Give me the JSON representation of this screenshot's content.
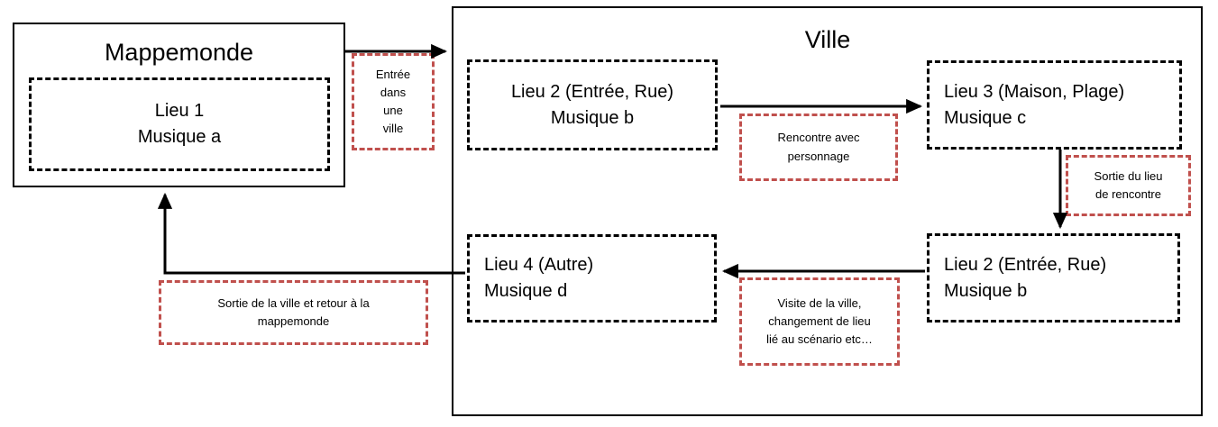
{
  "diagram": {
    "title_worldmap": "Mappemonde",
    "title_city": "Ville"
  },
  "places": {
    "lieu1": {
      "name": "Lieu 1",
      "music": "Musique a"
    },
    "lieu2_top": {
      "name": "Lieu 2 (Entrée, Rue)",
      "music": "Musique b"
    },
    "lieu3": {
      "name": "Lieu 3 (Maison, Plage)",
      "music": "Musique c"
    },
    "lieu2_bottom": {
      "name": "Lieu 2 (Entrée, Rue)",
      "music": "Musique b"
    },
    "lieu4": {
      "name": "Lieu 4 (Autre)",
      "music": "Musique d"
    }
  },
  "notes": {
    "entry_city": {
      "l1": "Entrée",
      "l2": "dans",
      "l3": "une",
      "l4": "ville"
    },
    "meet_character": {
      "l1": "Rencontre avec",
      "l2": "personnage"
    },
    "exit_meeting": {
      "l1": "Sortie du lieu",
      "l2": "de rencontre"
    },
    "visit_city": {
      "l1": "Visite de la ville,",
      "l2": "changement de lieu",
      "l3": "lié au scénario etc…"
    },
    "exit_city": {
      "l1": "Sortie de la ville et retour à la",
      "l2": "mappemonde"
    }
  },
  "colors": {
    "stroke_black": "#000000",
    "stroke_red": "#c0504d",
    "background": "#ffffff"
  }
}
